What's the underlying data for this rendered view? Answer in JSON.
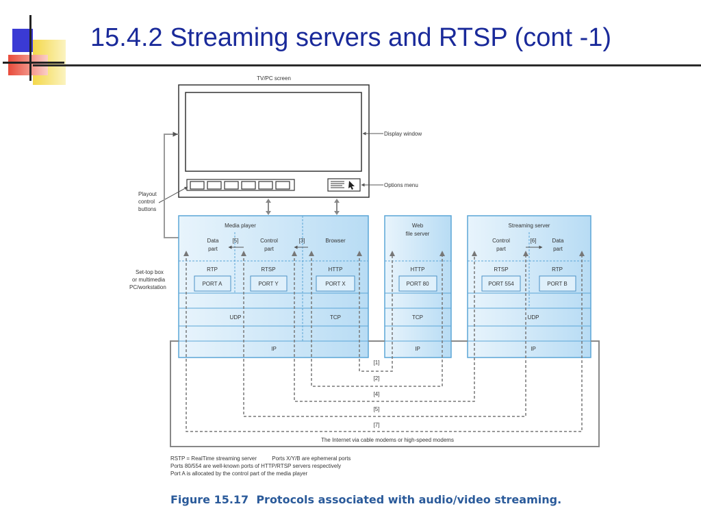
{
  "slide": {
    "title": "15.4.2 Streaming servers and RTSP (cont -1)"
  },
  "colors": {
    "title": "#1a2a9a",
    "caption": "#2a5a9a",
    "box_fill": "#cfe6f7",
    "box_stroke": "#5aa5d6"
  },
  "screen": {
    "title": "TV/PC screen",
    "display_label": "Display window",
    "options_label": "Options menu",
    "playout_label": [
      "Playout",
      "control",
      "buttons"
    ]
  },
  "client": {
    "side_label": [
      "Set-top box",
      "or multimedia",
      "PC/workstation"
    ],
    "media_player_label": "Media player",
    "data_part": [
      "Data",
      "part"
    ],
    "control_part": [
      "Control",
      "part"
    ],
    "browser_label": "Browser",
    "step_5": "[5]",
    "step_3": "[3]",
    "rtp": "RTP",
    "rtsp": "RTSP",
    "http": "HTTP",
    "port_a": "PORT A",
    "port_y": "PORT Y",
    "port_x": "PORT X",
    "udp": "UDP",
    "tcp": "TCP",
    "ip": "IP"
  },
  "web_server": {
    "title": [
      "Web",
      "file server"
    ],
    "http": "HTTP",
    "port": "PORT 80",
    "tcp": "TCP",
    "ip": "IP"
  },
  "streaming_server": {
    "title": "Streaming server",
    "control_part": [
      "Control",
      "part"
    ],
    "step_6": "[6]",
    "data_part": [
      "Data",
      "part"
    ],
    "rtsp": "RTSP",
    "rtp": "RTP",
    "port_554": "PORT 554",
    "port_b": "PORT B",
    "udp": "UDP",
    "ip": "IP"
  },
  "paths": {
    "p1": "[1]",
    "p2": "[2]",
    "p4": "[4]",
    "p5": "[5]",
    "p7": "[7]"
  },
  "internet_label": "The Internet via cable modems or high-speed modems",
  "notes": [
    "RSTP = RealTime streaming server          Ports X/Y/B are ephemeral ports",
    "Ports 80/554 are well-known ports of HTTP/RTSP servers respectively",
    "Port A is allocated by the control part of the media player"
  ],
  "caption": "Figure 15.17  Protocols associated with audio/video streaming."
}
